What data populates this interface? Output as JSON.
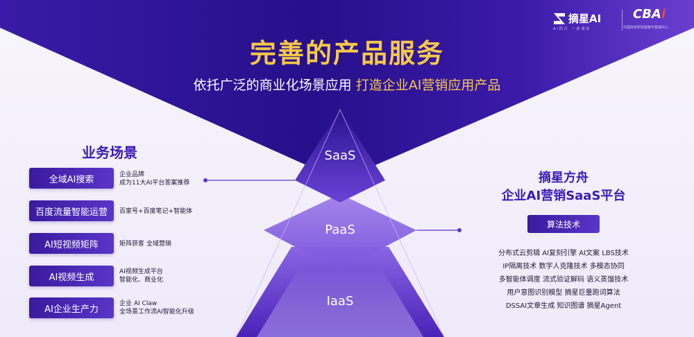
{
  "title": "完善的产品服务",
  "subtitle": {
    "plain": "依托广泛的商业化场景应用",
    "highlight": "打造企业AI营销应用产品"
  },
  "logos": {
    "brand": "摘星AI",
    "brand_tagline": "AI同行 一步领先",
    "partner": "CBA",
    "partner_accent": "i",
    "partner_sub": "中国商务研究院数字营销中心"
  },
  "left_section": {
    "heading": "业务场景",
    "items": [
      {
        "label": "全域AI搜索",
        "desc": [
          "企业品牌",
          "成为11大AI平台答案推荐"
        ]
      },
      {
        "label": "百度流量智能运营",
        "desc": [
          "百家号+百度笔记+智能体"
        ]
      },
      {
        "label": "AI短视频矩阵",
        "desc": [
          "矩阵获客 全域营销"
        ]
      },
      {
        "label": "AI视频生成",
        "desc": [
          "AI视频生成平台",
          "智能化、商业化"
        ]
      },
      {
        "label": "AI企业生产力",
        "desc": [
          "企业 AI Claw",
          "全场景工作流AI智能化升级"
        ]
      }
    ]
  },
  "pyramid": {
    "layers": [
      "SaaS",
      "PaaS",
      "IaaS"
    ]
  },
  "right_section": {
    "title_line1": "摘星方舟",
    "title_line2": "企业AI营销SaaS平台",
    "button": "算法技术",
    "tech_rows": [
      "分布式云剪辑  AI复刻引擎  AI文案 LBS技术",
      "IP隔离技术  数字人克隆技术  多模态协同",
      "多智能体调度  流式验证解码  语义蒸馏技术",
      "用户意图识别模型  摘星巨量跑词算法",
      "DSSAI文章生成  知识图谱  摘星Agent"
    ]
  },
  "colors": {
    "gold": "#f7c948",
    "deep_purple": "#2a0f86",
    "accent_purple": "#3a1bb5"
  }
}
